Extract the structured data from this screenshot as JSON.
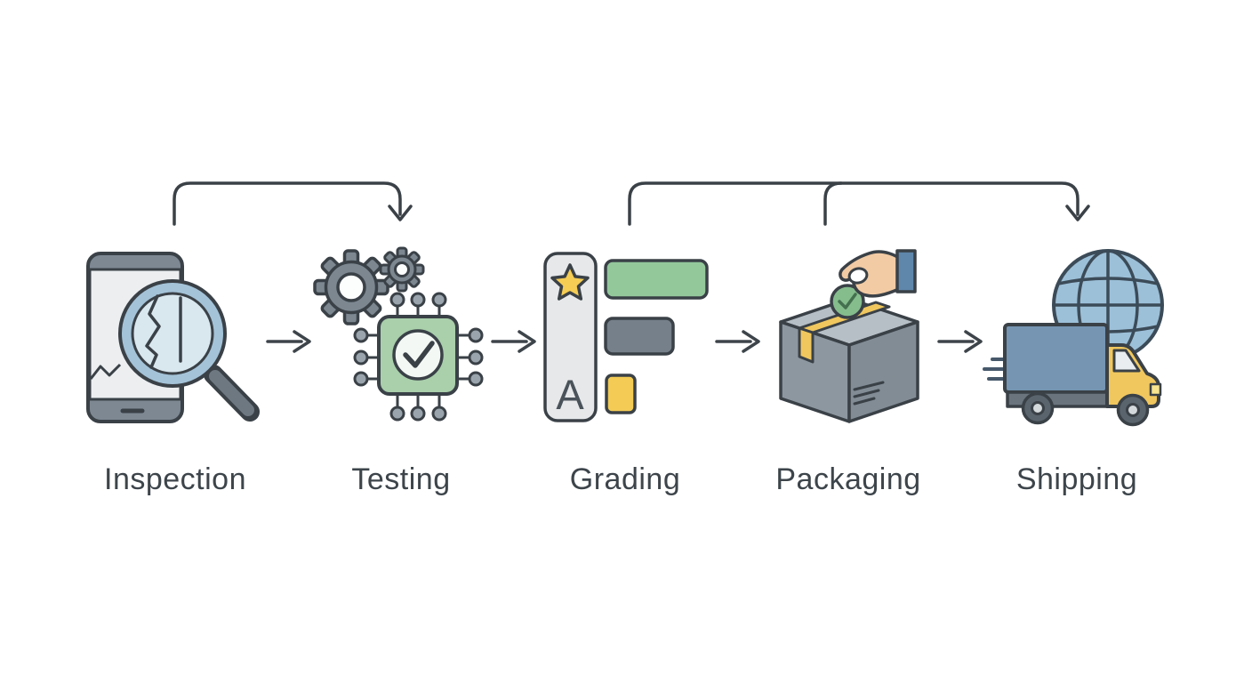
{
  "diagram": {
    "type": "process-flow",
    "background_color": "#ffffff",
    "outline_color": "#3a4147",
    "label_color": "#3d454b",
    "stages": [
      {
        "label": "Inspection",
        "icon": "phone-crack-magnifier-icon"
      },
      {
        "label": "Testing",
        "icon": "gears-chip-check-icon"
      },
      {
        "label": "Grading",
        "icon": "grade-scale-star-bars-icon",
        "grade_letter": "A"
      },
      {
        "label": "Packaging",
        "icon": "hand-placing-check-in-box-icon"
      },
      {
        "label": "Shipping",
        "icon": "delivery-truck-globe-icon"
      }
    ],
    "connectors": {
      "top_skip_arrows": [
        {
          "from": "Inspection",
          "to": "Testing"
        },
        {
          "from": "Grading",
          "to": "Shipping"
        },
        {
          "from": "Packaging",
          "to": "Shipping"
        }
      ],
      "inline_arrows": [
        {
          "from": "Inspection",
          "to": "Testing"
        },
        {
          "from": "Testing",
          "to": "Grading"
        },
        {
          "from": "Grading",
          "to": "Packaging"
        },
        {
          "from": "Packaging",
          "to": "Shipping"
        }
      ]
    },
    "palette": {
      "green": "#93c89b",
      "chip_green": "#a9cfab",
      "coin_green": "#85bd8d",
      "yellow": "#f3cb55",
      "tape_yellow": "#f0c75e",
      "slate_gray": "#7c8790",
      "box_gray": "#8d97a0",
      "truck_blue": "#7595b3",
      "globe_blue": "#9cc0d8",
      "lens_blue": "#d9e7ee",
      "ring_blue": "#a4c3d8",
      "skin": "#f2cba4",
      "sleeve_blue": "#5f87ab"
    }
  }
}
